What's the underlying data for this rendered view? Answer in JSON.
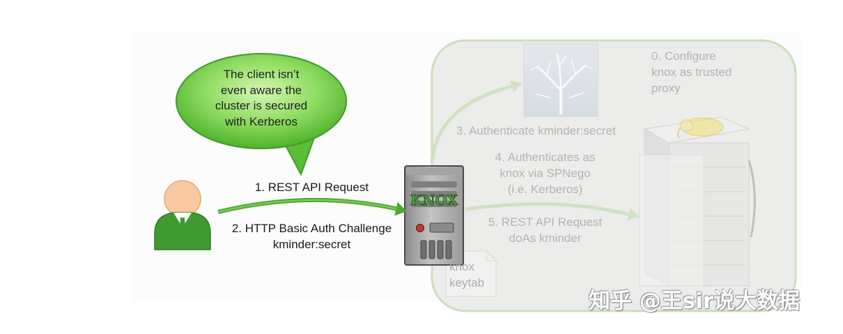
{
  "diagram": {
    "bubble": {
      "lines": [
        "The client isn’t",
        "even aware the",
        "cluster is secured",
        "with Kerberos"
      ]
    },
    "client_steps": {
      "step1": "1. REST API Request",
      "step2": [
        "2. HTTP Basic Auth Challenge",
        "kminder:secret"
      ]
    },
    "gateway": {
      "logo": "KNOX"
    },
    "cluster": {
      "configure_note": [
        "0. Configure",
        "knox as trusted",
        "proxy"
      ],
      "step3": "3. Authenticate kminder:secret",
      "step4": [
        "4. Authenticates as",
        "knox via SPNego",
        "(i.e. Kerberos)"
      ],
      "step5": [
        "5. REST API Request",
        "doAs kminder"
      ],
      "keytab": [
        "knox",
        "keytab"
      ]
    }
  },
  "watermark": "知乎 @王sir说大数据",
  "icons": {
    "client": "user-icon",
    "gateway": "knox-server-icon",
    "kdc": "kerberos-tree-icon",
    "cluster": "server-rack-icon",
    "cluster_logo": "hadoop-elephant-icon",
    "keytab": "keytab-file-icon"
  },
  "colors": {
    "client_body": "#3f9b2f",
    "bubble_green": "#7fd354",
    "arrow_green": "#4ea832",
    "knox_logo": "#48a532",
    "status_light": "#c0392b",
    "faded_text": "#b3b3b3",
    "cluster_border": "#c9dfbb"
  }
}
